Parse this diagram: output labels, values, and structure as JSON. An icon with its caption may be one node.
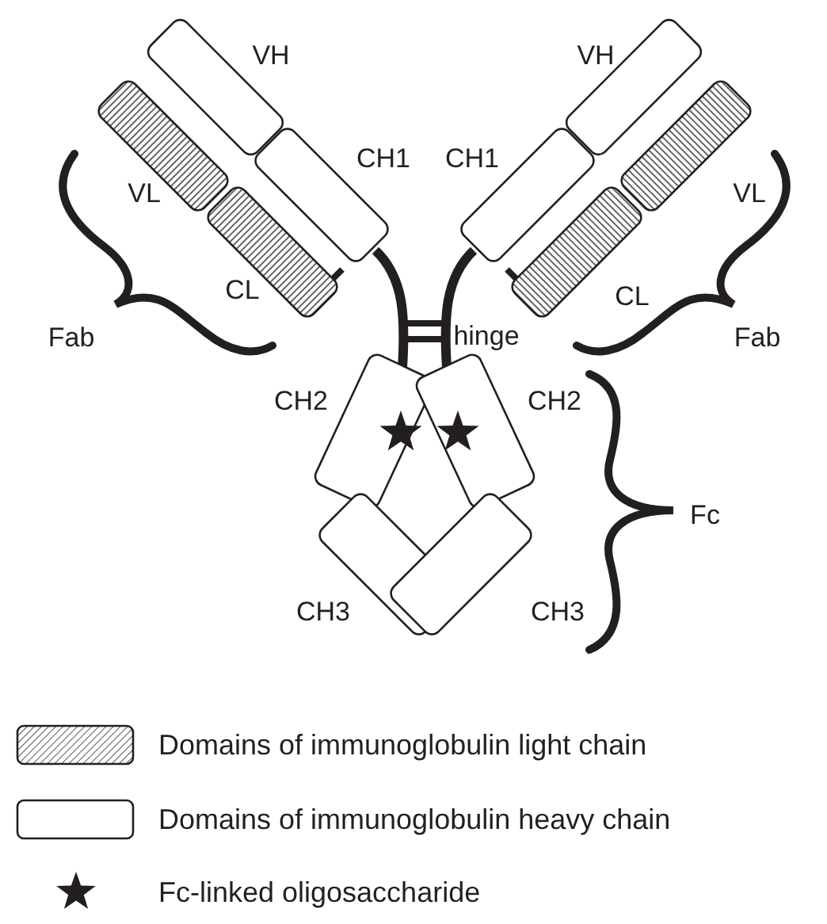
{
  "diagram": {
    "labels": [
      "VH",
      "VH",
      "CH1",
      "CH1",
      "VL",
      "VL",
      "CL",
      "CL",
      "Fab",
      "hinge",
      "Fab",
      "CH2",
      "CH2",
      "Fc",
      "CH3",
      "CH3"
    ],
    "legend": [
      {
        "text": "Domains of immunoglobulin light chain"
      },
      {
        "text": "Domains of immunoglobulin heavy chain"
      },
      {
        "text": "Fc-linked oligosaccharide"
      }
    ]
  }
}
